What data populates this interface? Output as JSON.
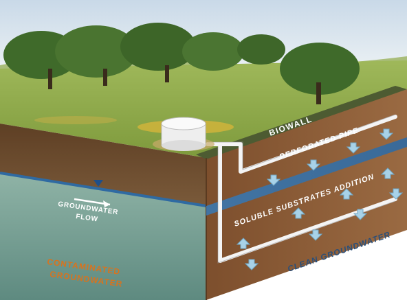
{
  "labels": {
    "biowall": "BIOWALL",
    "perforated_pipe": "PERFORATED PIPE",
    "soluble_substrates": "SOLUBLE SUBSTRATES ADDITION",
    "groundwater_flow_line1": "GROUNDWATER",
    "groundwater_flow_line2": "FLOW",
    "contaminated_line1": "CONTAMINATED",
    "contaminated_line2": "GROUNDWATER",
    "clean_groundwater": "CLEAN GROUNDWATER"
  },
  "colors": {
    "sky": "#dfe9f2",
    "grass": "#8fae4a",
    "soil_top": "#6b4a2c",
    "biowall": "#8a5a35",
    "biowall_top": "#5b6b3a",
    "contaminated_water": "#6f9a8c",
    "water_band": "#3f7fb8",
    "orange_label": "#d8731e",
    "blue_label": "#2a4f7a",
    "tank": "#f2f2f2",
    "pipe": "#e6e6e6",
    "arrow": "#a8d2e8"
  },
  "icons": {
    "tank": "storage-tank-icon",
    "water_table": "water-table-marker-icon",
    "flow_arrow": "flow-arrow-icon"
  }
}
